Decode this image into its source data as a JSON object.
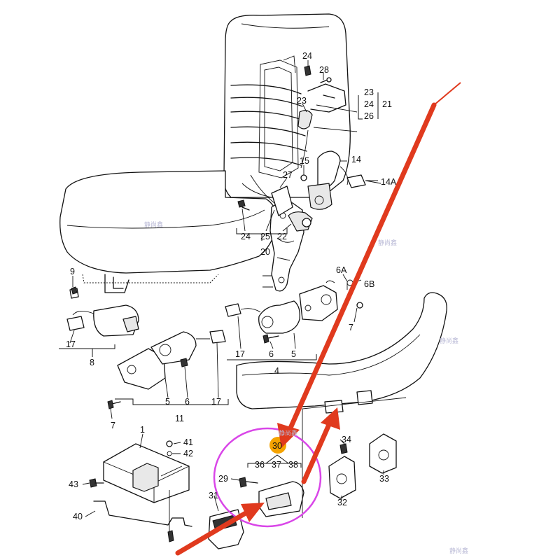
{
  "labels": {
    "l1": "1",
    "l4": "4",
    "l5a": "5",
    "l5b": "5",
    "l6a": "6",
    "l6b": "6",
    "l6A": "6A",
    "l6B": "6B",
    "l7a": "7",
    "l7b": "7",
    "l8": "8",
    "l9": "9",
    "l11": "11",
    "l14": "14",
    "l14A": "14A",
    "l15": "15",
    "l17a": "17",
    "l17b": "17",
    "l17c": "17",
    "l20": "20",
    "l21": "21",
    "l22": "22",
    "l23a": "23",
    "l23b": "23",
    "l24a": "24",
    "l24b": "24",
    "l24c": "24",
    "l25": "25",
    "l26": "26",
    "l27": "27",
    "l28": "28",
    "l29": "29",
    "l30": "30",
    "l31": "31",
    "l32": "32",
    "l33": "33",
    "l34": "34",
    "l36": "36",
    "l37": "37",
    "l38": "38",
    "l40": "40",
    "l41": "41",
    "l42": "42",
    "l43": "43"
  },
  "watermarks": [
    "静尚鑫",
    "静尚鑫",
    "静尚鑫",
    "静尚鑫",
    "静尚鑫"
  ],
  "colors": {
    "arrow": "#e03a1e",
    "highlight_circle": "#d946e8",
    "highlight_dot": "#f5a300",
    "line": "#111111"
  }
}
